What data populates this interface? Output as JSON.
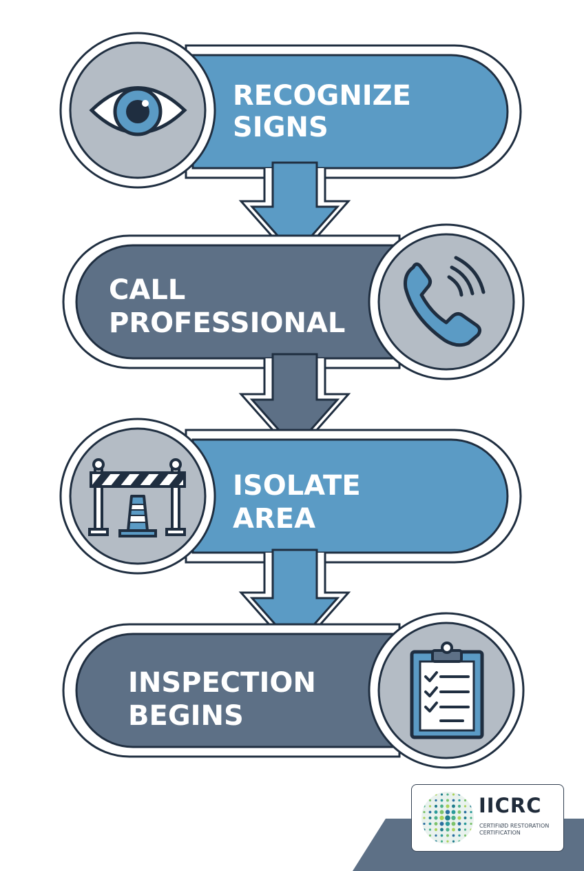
{
  "steps": [
    {
      "line1": "RECOGNIZE",
      "line2": "SIGNS",
      "icon": "eye-icon",
      "color": "#5b9bc5"
    },
    {
      "line1": "CALL",
      "line2": "PROFESSIONAL",
      "icon": "phone-icon",
      "color": "#5d7086"
    },
    {
      "line1": "ISOLATE",
      "line2": "AREA",
      "icon": "barrier-cone-icon",
      "color": "#5b9bc5"
    },
    {
      "line1": "INSPECTION",
      "line2": "BEGINS",
      "icon": "clipboard-checklist-icon",
      "color": "#5d7086"
    }
  ],
  "colors": {
    "outline": "#1f2e40",
    "icon_circle": "#b4bcc5",
    "blue": "#5b9bc5",
    "slate": "#5d7086",
    "corner_band": "#5d7086"
  },
  "badge": {
    "title": "IICRC",
    "line1": "CERTIFIØD RESTORATION",
    "line2": "CERTIFICATION"
  }
}
